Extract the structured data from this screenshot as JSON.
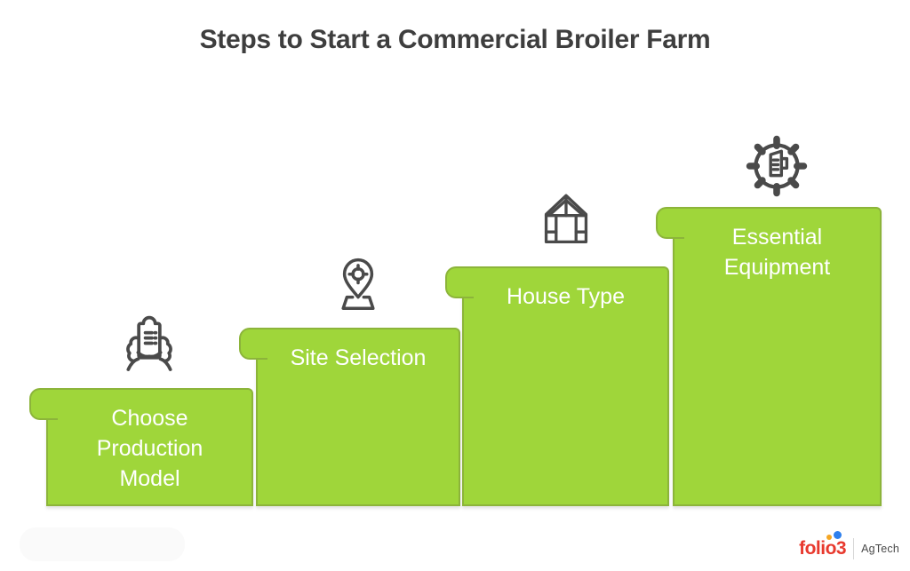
{
  "title": "Steps to Start a Commercial Broiler Farm",
  "colors": {
    "step_fill": "#9FD63A",
    "step_border": "#8CB43A",
    "step_text": "#FFFFFF",
    "title_text": "#3E3E3E",
    "icon_stroke": "#4A4A4A",
    "logo_brand": "#E8392E",
    "logo_dot_orange": "#F5A623",
    "logo_dot_blue": "#2F80ED",
    "logo_division_text": "#4A4A4A"
  },
  "steps": [
    {
      "name": "Choose Production Model",
      "lines": [
        "Choose",
        "Production",
        "Model"
      ],
      "icon": "hands-checklist-icon"
    },
    {
      "name": "Site Selection",
      "lines": [
        "Site Selection"
      ],
      "icon": "location-pin-icon"
    },
    {
      "name": "House Type",
      "lines": [
        "House Type"
      ],
      "icon": "poultry-house-icon"
    },
    {
      "name": "Essential Equipment",
      "lines": [
        "Essential",
        "Equipment"
      ],
      "icon": "gear-checklist-icon"
    }
  ],
  "footer": {
    "logo": {
      "brand": "folio3",
      "division": "AgTech"
    }
  }
}
